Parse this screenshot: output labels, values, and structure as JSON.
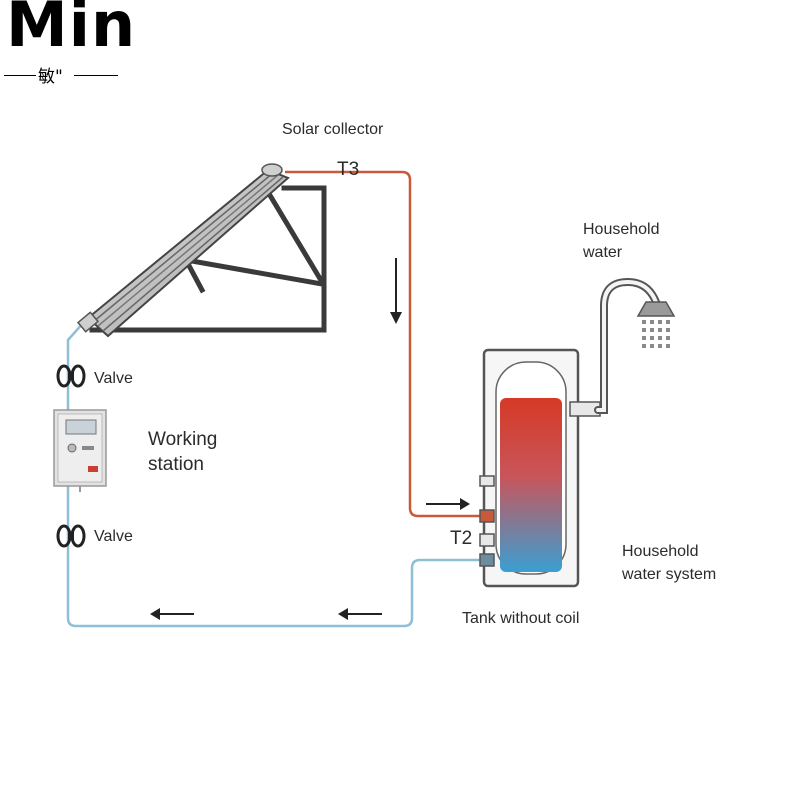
{
  "logo": {
    "brand": "Min",
    "subtitle": "敏\""
  },
  "labels": {
    "solar_collector": "Solar collector",
    "t3": "T3",
    "t2": "T2",
    "household_water_line1": "Household",
    "household_water_line2": "water",
    "valve_top": "Valve",
    "working_station_line1": "Working",
    "working_station_line2": "station",
    "valve_bottom": "Valve",
    "household_system_line1": "Household",
    "household_system_line2": "water system",
    "tank": "Tank without coil"
  },
  "colors": {
    "hot_pipe": "#c8593a",
    "cold_pipe": "#8fbfd6",
    "tank_hot": "#d63a26",
    "tank_cold": "#3a9fd2",
    "frame": "#3a3a3a"
  }
}
